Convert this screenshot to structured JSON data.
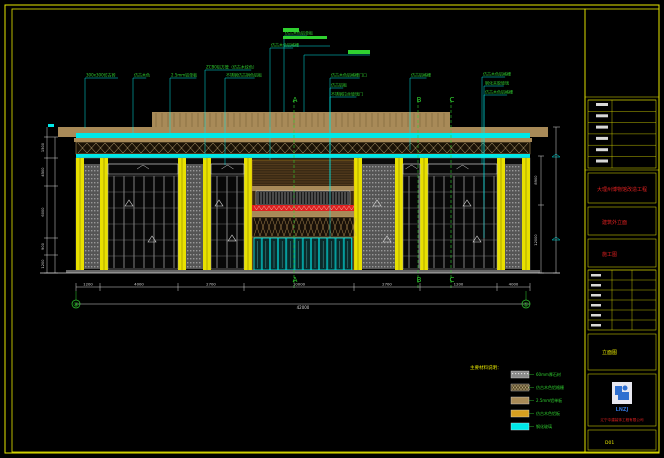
{
  "drawing": {
    "colors": {
      "background": "#000000",
      "frame": "#e8e800",
      "dim": "#d8d8d8",
      "cyan": "#00e8e8",
      "yellow": "#e8e000",
      "tan": "#a88a58",
      "green": "#30d030",
      "red": "#e02020",
      "blue": "#3070d0",
      "orange": "#d8a020"
    },
    "title_block": {
      "project": "大理州博物馆改造工程",
      "drawing_type": "建筑外立面",
      "stage": "施工图",
      "sheet": "立面图",
      "company_logo": "LNZJ",
      "company_name": "辽宁中建装饰工程有限公司",
      "sheet_number": "D01"
    },
    "callouts": [
      "300x300仿古砖",
      "仿古木色",
      "2.5mm铝单板",
      "ZCB0铝方管（仿古木纹色）",
      "不锈钢仿古铜色铝板",
      "仿古木色铝格栅",
      "仿古木色铝单板",
      "仿古木色铝格栅门口",
      "仿古铝板",
      "不锈钢拉丝玻璃门",
      "仿古铝格栅",
      "仿古木色铝格栅",
      "钢化夹胶玻璃",
      "仿古木色铝格栅"
    ],
    "section_marks": [
      "A",
      "B",
      "C",
      "A",
      "B",
      "C"
    ],
    "axis_marks": [
      "⑧",
      "①"
    ],
    "dimensions": {
      "bottom_row": [
        "1200",
        "4000",
        "2700",
        "10000",
        "2700",
        "1200",
        "4000"
      ],
      "overall": "42000",
      "left_side": [
        "1500",
        "4500",
        "6000",
        "900",
        "1200"
      ],
      "right_side": [
        "8900",
        "12000"
      ]
    },
    "legend": {
      "title": "主要材料说明：",
      "items": [
        "60mm厚石材",
        "仿古木色铝格栅",
        "2.5mm铝单板",
        "仿古木色铝板",
        "钢化玻璃"
      ]
    }
  }
}
